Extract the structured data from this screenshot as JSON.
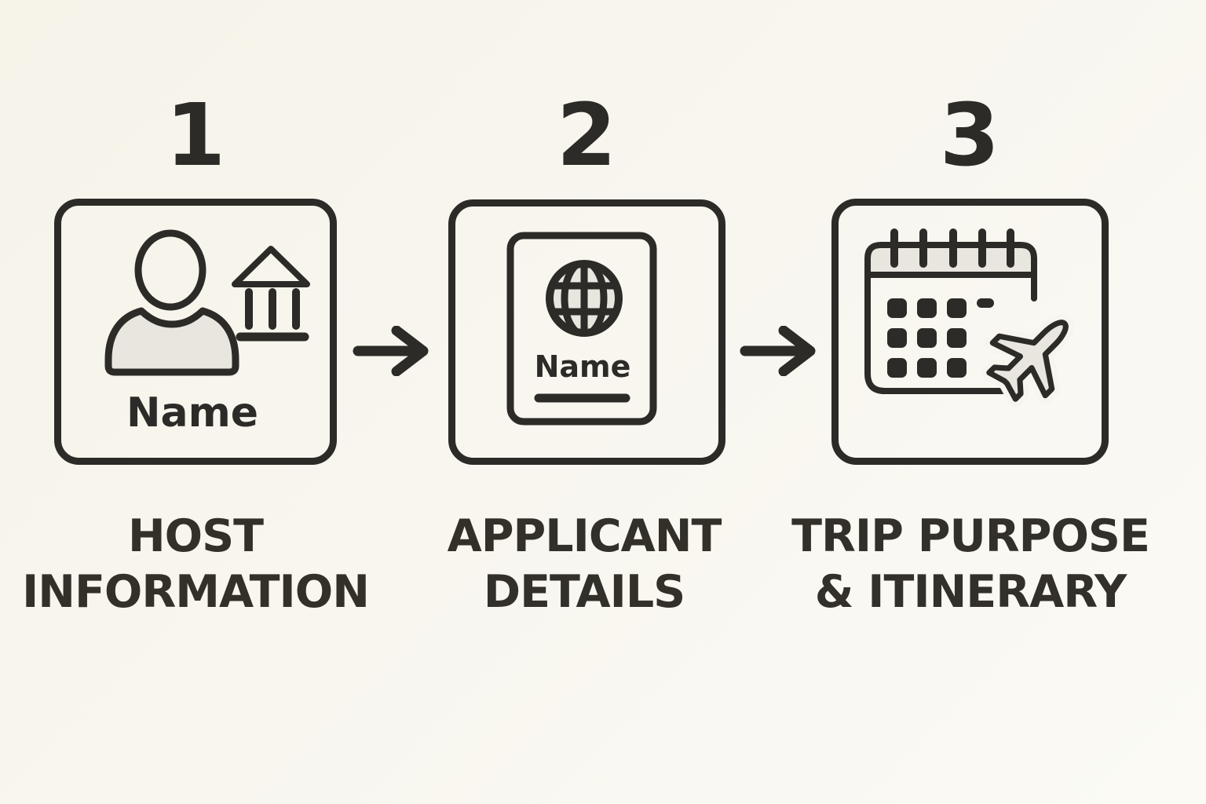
{
  "diagram_title": "visa-application-steps",
  "colors": {
    "background": "#f8f5ee",
    "ink": "#2d2b27",
    "fill_gray": "#e9e6e0"
  },
  "steps": [
    {
      "number": "1",
      "label_lines": [
        "HOST",
        "INFORMATION"
      ],
      "icon": "person-with-bank",
      "icon_text": "Name"
    },
    {
      "number": "2",
      "label_lines": [
        "APPLICANT",
        "DETAILS"
      ],
      "icon": "passport-with-globe",
      "icon_text": "Name"
    },
    {
      "number": "3",
      "label_lines": [
        "TRIP PURPOSE",
        "& ITINERARY"
      ],
      "icon": "calendar-with-airplane"
    }
  ],
  "arrows": [
    {
      "icon": "right-arrow"
    },
    {
      "icon": "right-arrow"
    }
  ]
}
